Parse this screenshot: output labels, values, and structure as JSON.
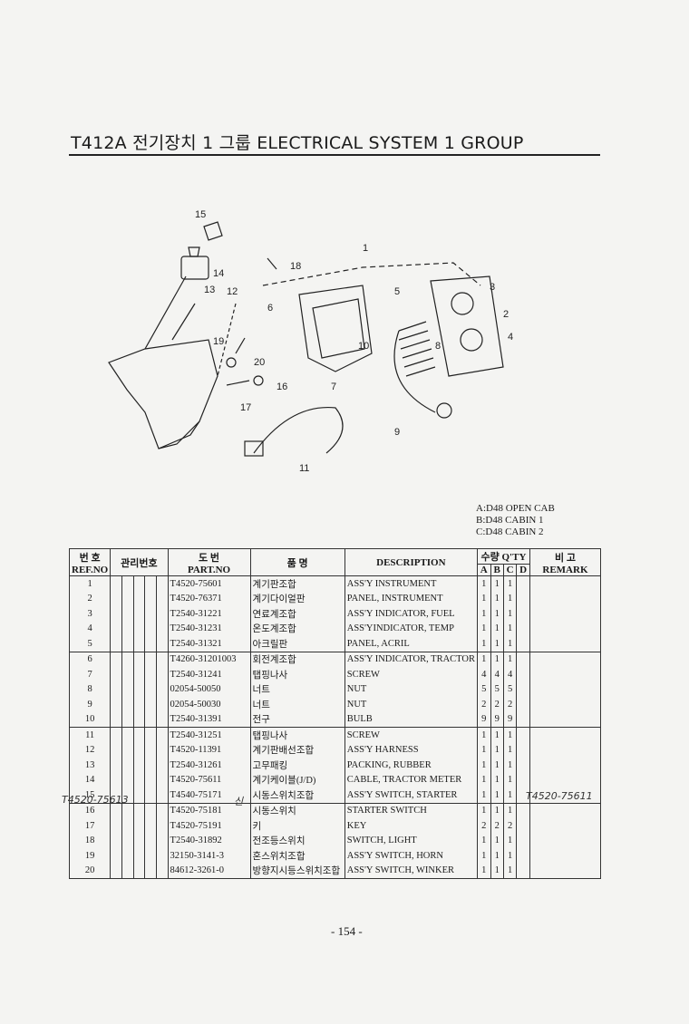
{
  "title": "T412A 전기장치 1 그룹 ELECTRICAL SYSTEM 1 GROUP",
  "legend": [
    "A:D48 OPEN CAB",
    "B:D48 CABIN 1",
    "C:D48 CABIN 2"
  ],
  "headers": {
    "ref": "번 호",
    "ref_en": "REF.NO",
    "mgmt": "관리번호",
    "part": "도 번",
    "part_en": "PART.NO",
    "kor": "품 명",
    "desc": "DESCRIPTION",
    "qty": "수량 Q'TY",
    "qa": "A",
    "qb": "B",
    "qc": "C",
    "qd": "D",
    "remark": "비 고",
    "remark_en": "REMARK"
  },
  "rows": [
    {
      "ref": "1",
      "part": "T4520-75601",
      "kor": "계기판조합",
      "desc": "ASS'Y INSTRUMENT",
      "a": "1",
      "b": "1",
      "c": "1"
    },
    {
      "ref": "2",
      "part": "T4520-76371",
      "kor": "계기다이얼판",
      "desc": "PANEL, INSTRUMENT",
      "a": "1",
      "b": "1",
      "c": "1"
    },
    {
      "ref": "3",
      "part": "T2540-31221",
      "kor": "연료계조합",
      "desc": "ASS'Y INDICATOR, FUEL",
      "a": "1",
      "b": "1",
      "c": "1"
    },
    {
      "ref": "4",
      "part": "T2540-31231",
      "kor": "온도계조합",
      "desc": "ASS'YINDICATOR, TEMP",
      "a": "1",
      "b": "1",
      "c": "1"
    },
    {
      "ref": "5",
      "part": "T2540-31321",
      "kor": "아크릴판",
      "desc": "PANEL, ACRIL",
      "a": "1",
      "b": "1",
      "c": "1"
    },
    {
      "ref": "6",
      "part": "T4260-31201003",
      "kor": "회전계조합",
      "desc": "ASS'Y INDICATOR, TRACTOR",
      "a": "1",
      "b": "1",
      "c": "1"
    },
    {
      "ref": "7",
      "part": "T2540-31241",
      "kor": "탭핑나사",
      "desc": "SCREW",
      "a": "4",
      "b": "4",
      "c": "4"
    },
    {
      "ref": "8",
      "part": "02054-50050",
      "kor": "너트",
      "desc": "NUT",
      "a": "5",
      "b": "5",
      "c": "5"
    },
    {
      "ref": "9",
      "part": "02054-50030",
      "kor": "너트",
      "desc": "NUT",
      "a": "2",
      "b": "2",
      "c": "2"
    },
    {
      "ref": "10",
      "part": "T2540-31391",
      "kor": "전구",
      "desc": "BULB",
      "a": "9",
      "b": "9",
      "c": "9"
    },
    {
      "ref": "11",
      "part": "T2540-31251",
      "kor": "탭핑나사",
      "desc": "SCREW",
      "a": "1",
      "b": "1",
      "c": "1"
    },
    {
      "ref": "12",
      "part": "T4520-11391",
      "kor": "계기판배선조합",
      "desc": "ASS'Y HARNESS",
      "a": "1",
      "b": "1",
      "c": "1"
    },
    {
      "ref": "13",
      "part": "T2540-31261",
      "kor": "고무패킹",
      "desc": "PACKING, RUBBER",
      "a": "1",
      "b": "1",
      "c": "1"
    },
    {
      "ref": "14",
      "part": "T4520-75611",
      "kor": "계기케이블(J/D)",
      "desc": "CABLE, TRACTOR METER",
      "a": "1",
      "b": "1",
      "c": "1"
    },
    {
      "ref": "15",
      "part": "T4540-75171",
      "kor": "시동스위치조합",
      "desc": "ASS'Y SWITCH, STARTER",
      "a": "1",
      "b": "1",
      "c": "1"
    },
    {
      "ref": "16",
      "part": "T4520-75181",
      "kor": "시동스위치",
      "desc": "STARTER SWITCH",
      "a": "1",
      "b": "1",
      "c": "1"
    },
    {
      "ref": "17",
      "part": "T4520-75191",
      "kor": "키",
      "desc": "KEY",
      "a": "2",
      "b": "2",
      "c": "2"
    },
    {
      "ref": "18",
      "part": "T2540-31892",
      "kor": "전조등스위치",
      "desc": "SWITCH, LIGHT",
      "a": "1",
      "b": "1",
      "c": "1"
    },
    {
      "ref": "19",
      "part": "32150-3141-3",
      "kor": "혼스위치조합",
      "desc": "ASS'Y SWITCH, HORN",
      "a": "1",
      "b": "1",
      "c": "1"
    },
    {
      "ref": "20",
      "part": "84612-3261-0",
      "kor": "방향지시등스위치조합",
      "desc": "ASS'Y SWITCH, WINKER",
      "a": "1",
      "b": "1",
      "c": "1"
    }
  ],
  "handwritten": {
    "left": "T4520-75613",
    "mid": "신",
    "right": "T4520-75611"
  },
  "callouts": [
    "1",
    "2",
    "3",
    "4",
    "5",
    "6",
    "7",
    "8",
    "9",
    "10",
    "11",
    "12",
    "13",
    "14",
    "15",
    "16",
    "17",
    "18",
    "19",
    "20"
  ],
  "page_number": "- 154 -"
}
